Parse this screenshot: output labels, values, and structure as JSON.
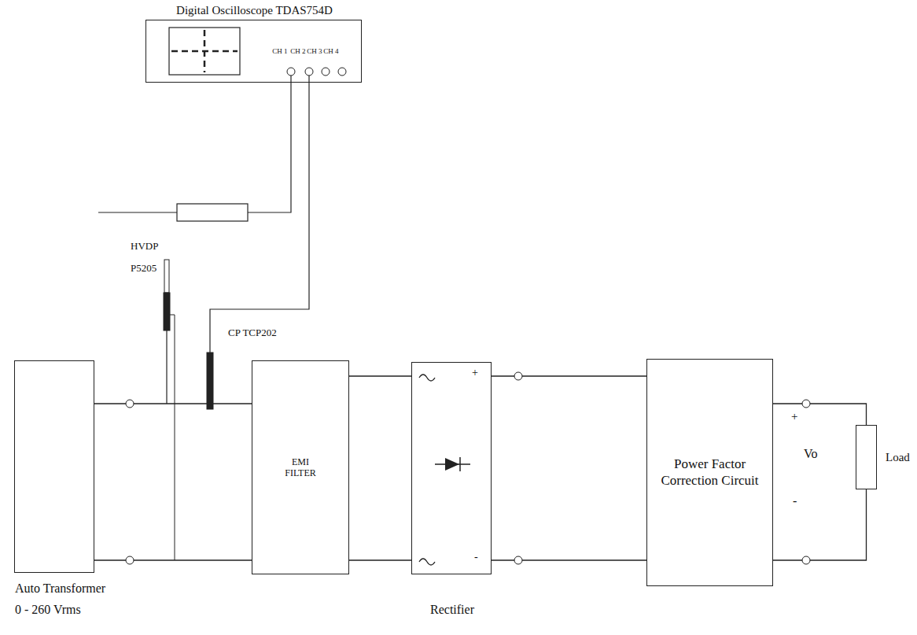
{
  "diagram": {
    "nodes": [
      {
        "text": [
          "Digital Oscilloscope TDAS754D",
          "CH 1",
          "CH 2",
          "CH 3",
          "CH 4"
        ]
      },
      {
        "text": [
          "Auto Transformer",
          "0 - 260 Vrms"
        ]
      },
      {
        "text": [
          "EMI FILTER"
        ]
      },
      {
        "text": [
          "Rectifier"
        ]
      },
      {
        "text": [
          "Power Factor Correction Circuit"
        ]
      },
      {
        "text": [
          "Load"
        ]
      }
    ],
    "edges": [
      {
        "from": 1,
        "to": 2,
        "arrow": "none"
      },
      {
        "from": 1,
        "to": 2,
        "arrow": "none"
      },
      {
        "from": 2,
        "to": 3,
        "arrow": "none"
      },
      {
        "from": 2,
        "to": 3,
        "arrow": "none"
      },
      {
        "from": 3,
        "to": 4,
        "arrow": "none"
      },
      {
        "from": 3,
        "to": 4,
        "arrow": "none"
      },
      {
        "from": 4,
        "to": 5,
        "arrow": "none"
      },
      {
        "from": 4,
        "to": 5,
        "arrow": "none"
      }
    ],
    "labels": [
      "HVDP",
      "P5205",
      "CP TCP202",
      "+",
      "-",
      "+",
      "Vo",
      "-"
    ]
  }
}
